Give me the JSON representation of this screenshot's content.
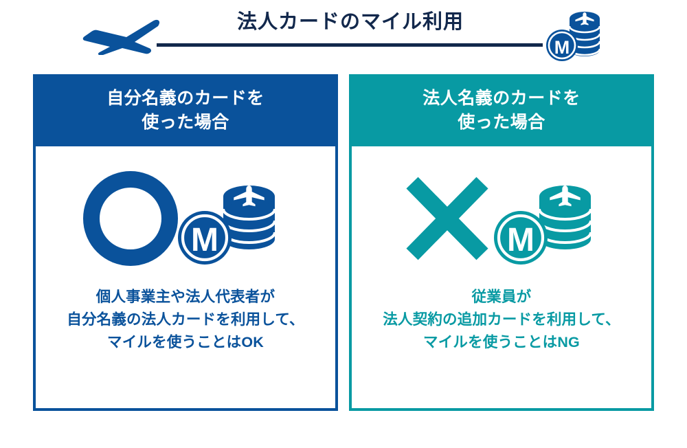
{
  "header": {
    "title": "法人カードのマイル利用",
    "plane_icon": "airplane-icon",
    "coins_icon": "mile-coins-icon",
    "rule_color": "#12284c",
    "title_color": "#12284c"
  },
  "colors": {
    "blue": "#0a529b",
    "teal": "#089aa3",
    "navy": "#12284c",
    "white": "#ffffff"
  },
  "panels": [
    {
      "id": "own-name-card",
      "accent": "#0a529b",
      "header_line1": "自分名義のカードを",
      "header_line2": "使った場合",
      "result_icon": "circle-ok-icon",
      "coins_icon": "mile-coins-icon",
      "caption": "個人事業主や法人代表者が\n自分名義の法人カードを利用して、\nマイルを使うことはOK",
      "verdict": "OK"
    },
    {
      "id": "corporate-name-card",
      "accent": "#089aa3",
      "header_line1": "法人名義のカードを",
      "header_line2": "使った場合",
      "result_icon": "cross-ng-icon",
      "coins_icon": "mile-coins-icon",
      "caption": "従業員が\n法人契約の追加カードを利用して、\nマイルを使うことはNG",
      "verdict": "NG"
    }
  ],
  "coin_label": "M"
}
